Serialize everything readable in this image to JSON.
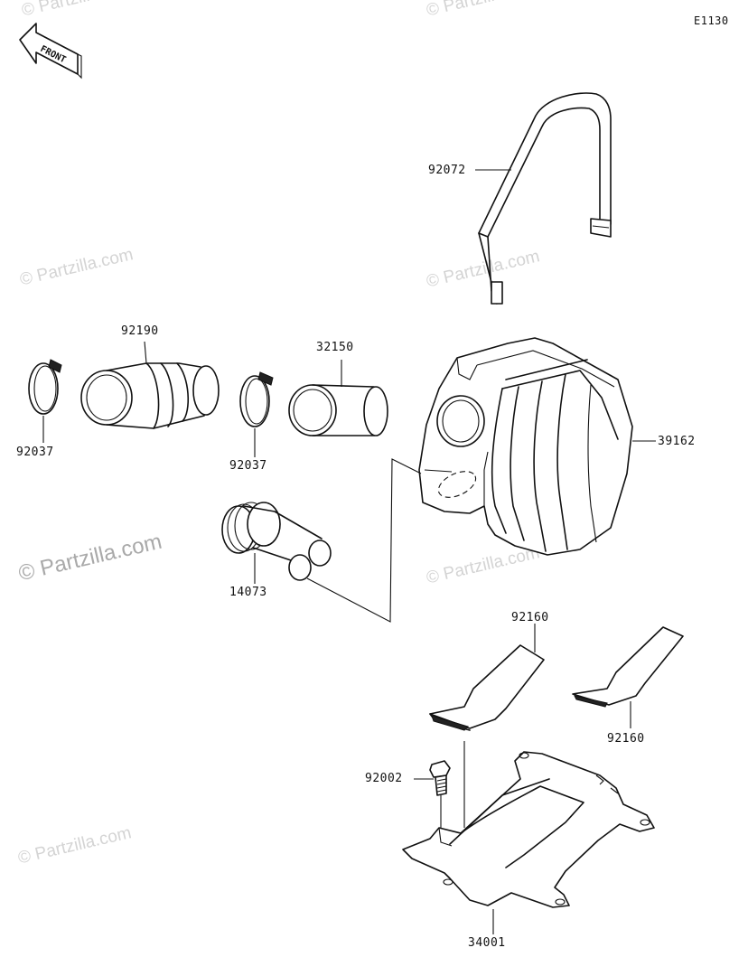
{
  "diagram": {
    "code": "E1130",
    "front_label": "FRONT",
    "watermark": "© Partzilla.com",
    "parts": {
      "strap": "92072",
      "duct": "92190",
      "clamp_left": "92037",
      "clamp_right": "92037",
      "cap": "32150",
      "housing": "39162",
      "snorkel": "14073",
      "plate_upper": "92160",
      "plate_lower": "92160",
      "bolt": "92002",
      "bracket": "34001"
    }
  }
}
